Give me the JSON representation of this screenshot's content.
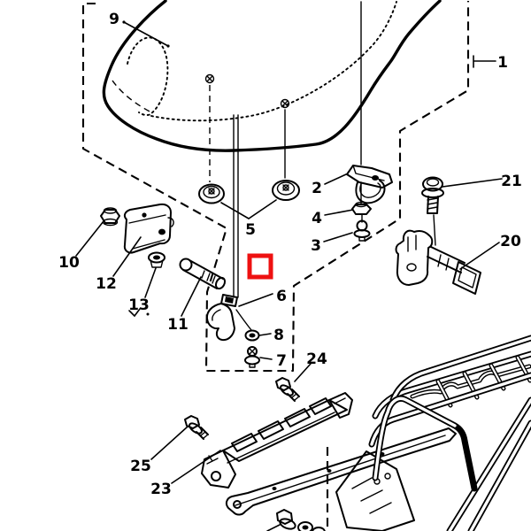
{
  "diagram": {
    "description": "exploded parts diagram of seat and rear carrier",
    "background": "#ffffff",
    "line_color": "#000000",
    "annotation": {
      "type": "highlight-square-outline",
      "color": "#ee1111"
    },
    "labels": {
      "p9": "9",
      "p1": "1",
      "p2": "2",
      "p4": "4",
      "p3": "3",
      "p21": "21",
      "p20": "20",
      "p5": "5",
      "p10": "10",
      "p12": "12",
      "p13": "13",
      "p11": "11",
      "p6": "6",
      "p8": "8",
      "p7": "7",
      "p24": "24",
      "p25": "25",
      "p23": "23"
    }
  }
}
